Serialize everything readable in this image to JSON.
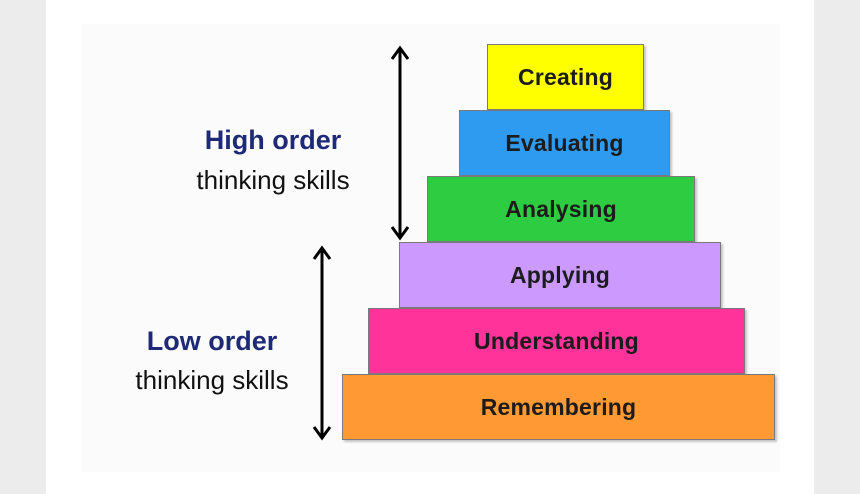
{
  "levels": [
    {
      "label": "Creating",
      "color": "#ffff00"
    },
    {
      "label": "Evaluating",
      "color": "#2f9bf0"
    },
    {
      "label": "Analysing",
      "color": "#2ecc40"
    },
    {
      "label": "Applying",
      "color": "#cc99ff"
    },
    {
      "label": "Understanding",
      "color": "#ff3399"
    },
    {
      "label": "Remembering",
      "color": "#ff9933"
    }
  ],
  "high_order": {
    "title": "High order",
    "subtitle": "thinking skills"
  },
  "low_order": {
    "title": "Low order",
    "subtitle": "thinking skills"
  }
}
